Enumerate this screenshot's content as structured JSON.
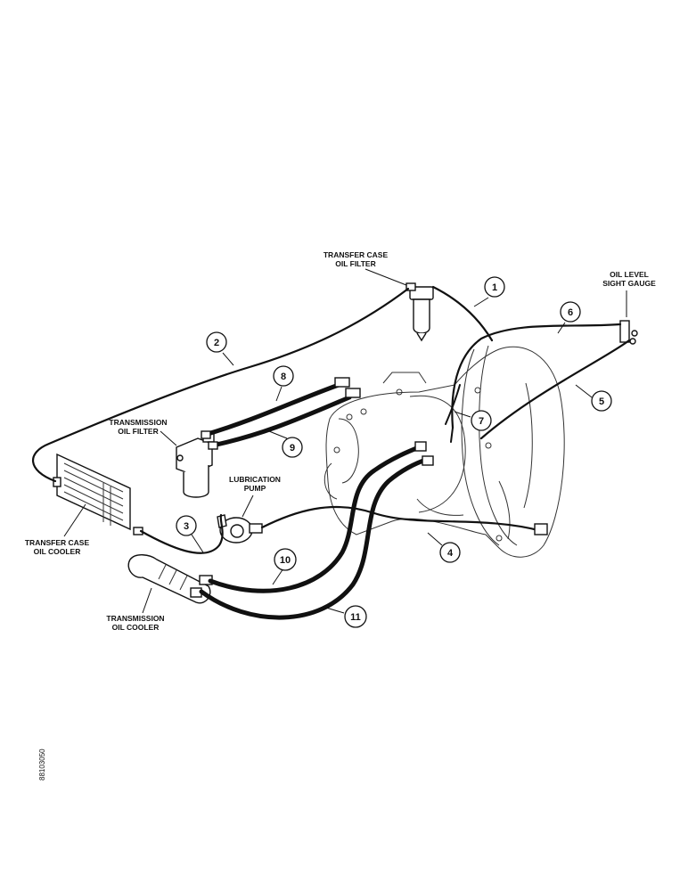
{
  "labels": {
    "transfer_case_oil_filter": [
      "TRANSFER CASE",
      "OIL FILTER"
    ],
    "oil_level_sight_gauge": [
      "OIL LEVEL",
      "SIGHT GAUGE"
    ],
    "transmission_oil_filter": [
      "TRANSMISSION",
      "OIL FILTER"
    ],
    "lubrication_pump": [
      "LUBRICATION",
      "PUMP"
    ],
    "transfer_case_oil_cooler": [
      "TRANSFER CASE",
      "OIL COOLER"
    ],
    "transmission_oil_cooler": [
      "TRANSMISSION",
      "OIL COOLER"
    ]
  },
  "callouts": [
    "1",
    "2",
    "3",
    "4",
    "5",
    "6",
    "7",
    "8",
    "9",
    "10",
    "11"
  ],
  "figure_id": "88103050"
}
